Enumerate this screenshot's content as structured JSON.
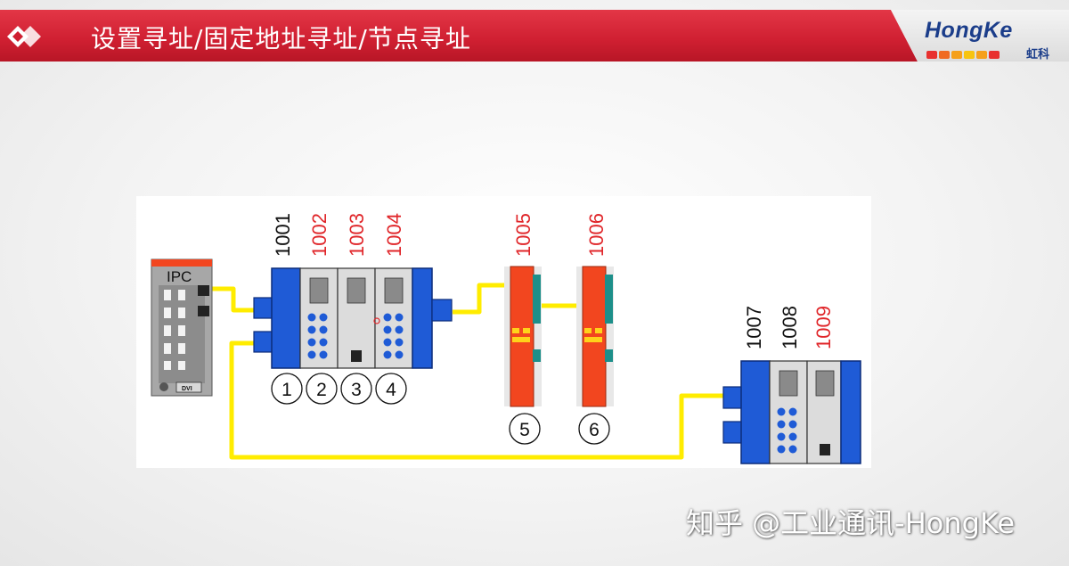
{
  "header": {
    "title": "设置寻址/固定地址寻址/节点寻址",
    "logo_text": "HongKe",
    "logo_sub": "虹科",
    "logo_dot_colors": [
      "#e8312f",
      "#f06a22",
      "#f5a01b",
      "#f7c40f",
      "#f5a01b",
      "#e8312f"
    ]
  },
  "diagram": {
    "ipc_label": "IPC",
    "dvi_label": "DVI",
    "addresses": [
      "1001",
      "1002",
      "1003",
      "1004",
      "1005",
      "1006",
      "1007",
      "1008",
      "1009"
    ],
    "nodes": [
      "1",
      "2",
      "3",
      "4",
      "5",
      "6"
    ]
  },
  "colors": {
    "address_dark": "#111111",
    "address_red": "#e0262a",
    "cable": "#ffec00",
    "coupler_blue": "#1f5bd6",
    "module_orange": "#f2461f",
    "module_teal": "#1d8f8a"
  },
  "watermark": "知乎 @工业通讯-HongKe"
}
